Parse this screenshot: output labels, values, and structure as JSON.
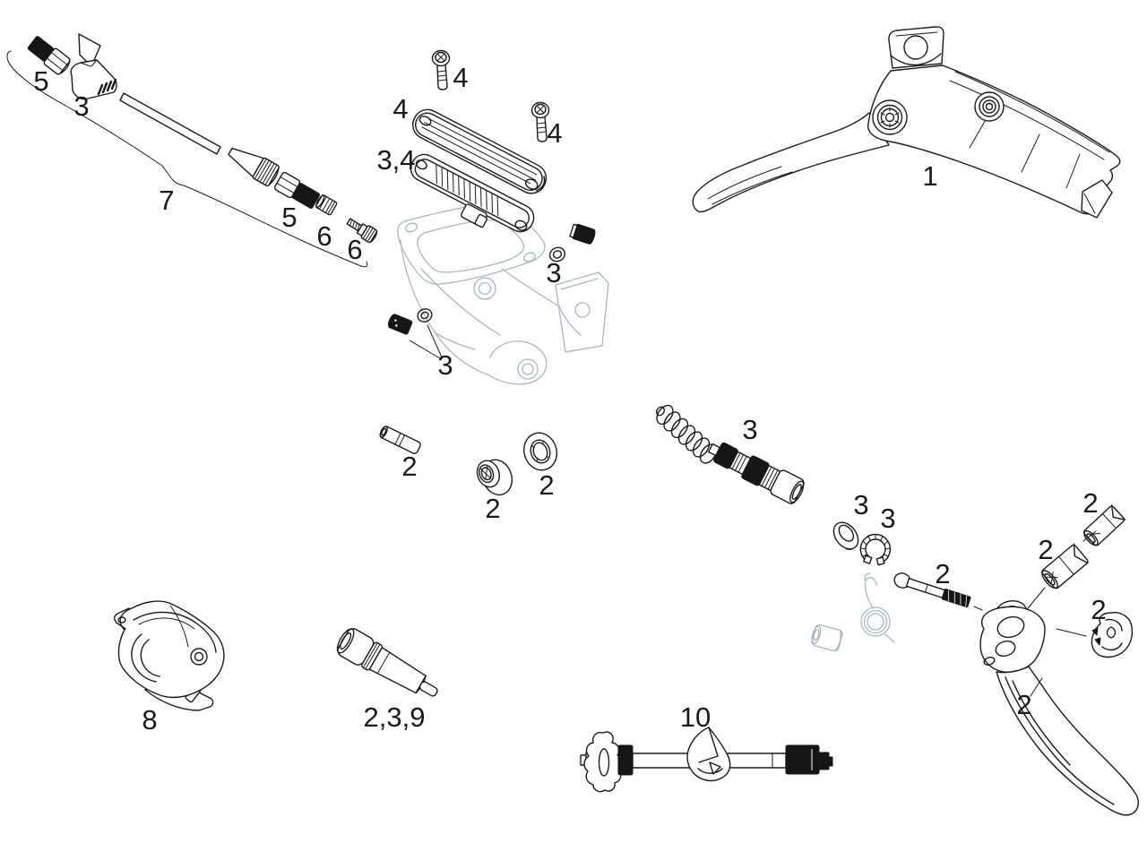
{
  "diagram": {
    "type": "exploded-parts-diagram",
    "subject": "hydraulic disc brake lever assembly service parts",
    "colors": {
      "line": "#1a1a1a",
      "phantom": "#a9b5c2",
      "black_fill": "#161616",
      "background": "#ffffff"
    },
    "callouts": {
      "lever_assembly": "1",
      "hose_nut_left": "5",
      "hose_boot": "3",
      "hose_kit": "7",
      "hose_nut_right": "5",
      "compression_bushing": "6",
      "barb_screw": "6",
      "cover_screw_top": "4",
      "reservoir_cover": "4",
      "cover_screw_right": "4",
      "bladder_seal": "3,4",
      "port_plug": "3",
      "bleed_screw": "3",
      "piston_assembly": "3",
      "pivot_pin": "2",
      "bushing_cup": "2",
      "pivot_washer": "2",
      "wave_washer": "3",
      "snap_ring": "3",
      "reach_adjust_rod": "2",
      "barrel_nut_small": "2",
      "barrel_nut_large": "2",
      "cam_insert": "2",
      "lever_blade": "2",
      "handlebar_clamp": "8",
      "pushrod": "2,3,9",
      "bleed_axle_kit": "10"
    }
  }
}
